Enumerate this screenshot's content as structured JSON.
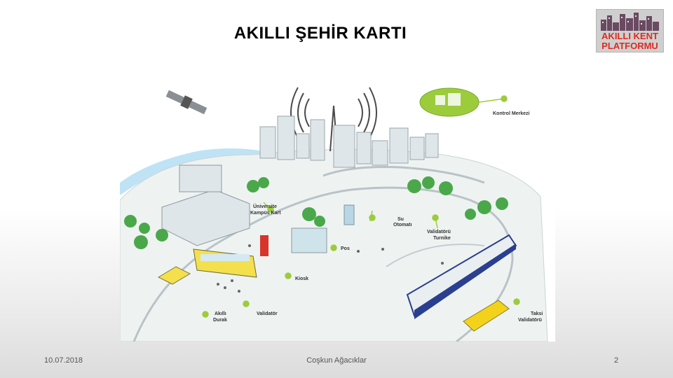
{
  "slide": {
    "title": "AKILLI ŞEHİR KARTI",
    "logo_line1": "AKILLI KENT",
    "logo_line2": "PLATFORMU"
  },
  "illustration": {
    "labels": {
      "kontrol": "Kontrol Merkezi",
      "universite1": "Üniversite",
      "universite2": "Kampüs Kart",
      "su1": "Su",
      "su2": "Otomatı",
      "validator_turnike1": "Validatörü",
      "validator_turnike2": "Turnike",
      "pos": "Pos",
      "kiosk": "Kiosk",
      "akilli1": "Akıllı",
      "akilli2": "Durak",
      "validator": "Validatör",
      "taksi1": "Taksi",
      "taksi2": "Validatörü"
    }
  },
  "footer": {
    "date": "10.07.2018",
    "author": "Coşkun Ağacıklar",
    "page": "2"
  },
  "colors": {
    "label_dot": "#9ccc3c",
    "bus": "#f4e04d",
    "taxi": "#f2d21b",
    "tram_blue": "#2a3f8f",
    "water": "#bfe3f5",
    "land": "#eef3f2",
    "green": "#4aa84a"
  }
}
